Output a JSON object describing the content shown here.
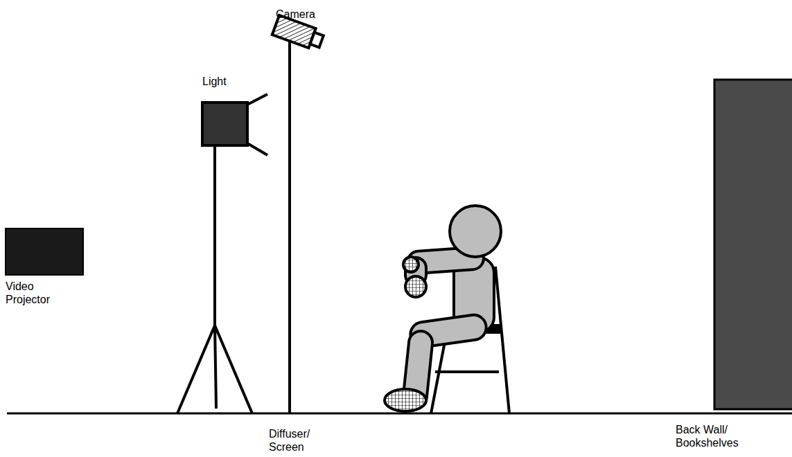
{
  "diagram": {
    "labels": [
      "Camera",
      "Light",
      "Video Projector",
      "Diffuser/ Screen",
      "Back Wall/ Bookshelves"
    ]
  }
}
